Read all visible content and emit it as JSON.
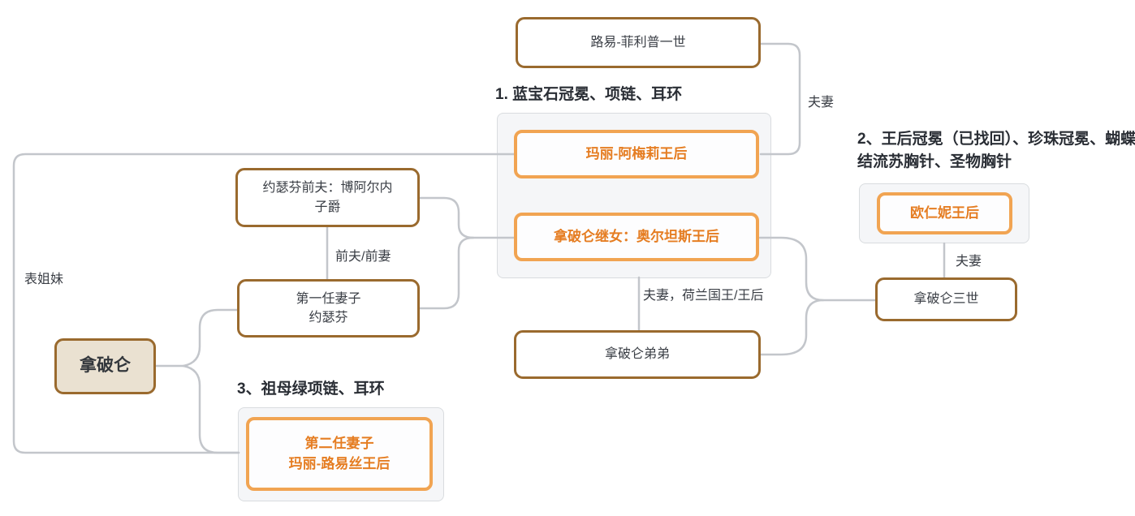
{
  "diagram": {
    "nodes": {
      "louis_philippe": {
        "label": "路易-菲利普一世"
      },
      "marie_amelie": {
        "label": "玛丽-阿梅莉王后"
      },
      "hortense": {
        "label": "拿破仑继女：奥尔坦斯王后"
      },
      "eugenie": {
        "label": "欧仁妮王后"
      },
      "napoleon_iii": {
        "label": "拿破仑三世"
      },
      "napoleon_brother": {
        "label": "拿破仑弟弟"
      },
      "beauharnais": {
        "label": "约瑟芬前夫：博阿尔内\n子爵"
      },
      "first_wife": {
        "label": "第一任妻子\n约瑟芬"
      },
      "napoleon": {
        "label": "拿破仑"
      },
      "second_wife": {
        "label": "第二任妻子\n玛丽-路易丝王后"
      }
    },
    "annotations": {
      "jewelry_1": "1. 蓝宝石冠冕、项链、耳环",
      "jewelry_2": "2、王后冠冕（已找回）、珍珠冠冕、蝴蝶结流苏胸针、圣物胸针",
      "jewelry_3": "3、祖母绿项链、耳环"
    },
    "relations": {
      "louis_marie": "夫妻",
      "eugenie_napoleon3": "夫妻",
      "hortense_brother": "夫妻，荷兰国王/王后",
      "beauharnais_josephine": "前夫/前妻",
      "cousins": "表姐妹"
    },
    "colors": {
      "brown_border": "#9a6a2e",
      "orange_border": "#f1a452",
      "orange_text": "#e57d22",
      "tan_fill": "#eae1d1",
      "container_fill": "#f5f6f8",
      "container_border": "#d9dcdf",
      "connector_gray": "#c3c6cb",
      "text_dark": "#3a3e45",
      "label_dark": "#2a2e35"
    }
  }
}
